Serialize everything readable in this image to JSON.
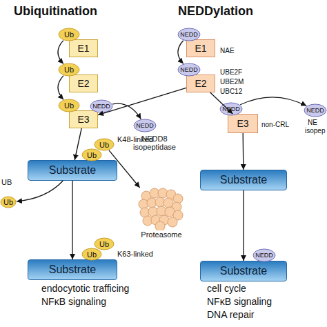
{
  "diagram": {
    "nodes": [
      {
        "text": [
          "E1"
        ]
      },
      {
        "text": [
          "Ub"
        ]
      },
      {
        "text": [
          "E2"
        ]
      },
      {
        "text": [
          "Ub"
        ]
      },
      {
        "text": [
          "E3"
        ]
      },
      {
        "text": [
          "Ub"
        ]
      },
      {
        "text": [
          "NEDD"
        ]
      },
      {
        "text": [
          "E1",
          "NAE"
        ]
      },
      {
        "text": [
          "NEDD"
        ]
      },
      {
        "text": [
          "E2",
          "UBE2F",
          "UBE2M",
          "UBC12"
        ]
      },
      {
        "text": [
          "NEDD"
        ]
      },
      {
        "text": [
          "E3",
          "non-CRL"
        ]
      },
      {
        "text": [
          "NEDD"
        ]
      },
      {
        "text": [
          "NEDD"
        ]
      },
      {
        "text": [
          "NEDD"
        ]
      },
      {
        "text": [
          "Substrate"
        ]
      },
      {
        "text": [
          "Ub"
        ]
      },
      {
        "text": [
          "Ub"
        ]
      },
      {
        "text": [
          "Ub"
        ]
      },
      {
        "text": [
          "Proteasome"
        ]
      },
      {
        "text": [
          "Substrate"
        ]
      },
      {
        "text": [
          "Substrate"
        ]
      },
      {
        "text": [
          "Ub"
        ]
      },
      {
        "text": [
          "Ub"
        ]
      },
      {
        "text": [
          "Substrate"
        ]
      },
      {
        "text": [
          "NEDD"
        ]
      }
    ],
    "edges": [
      {
        "from": 1,
        "to": 3,
        "arrow": "to"
      },
      {
        "from": 3,
        "to": 5,
        "arrow": "to"
      },
      {
        "from": 8,
        "to": 10,
        "arrow": "to"
      },
      {
        "from": 9,
        "to": 4,
        "arrow": "to"
      },
      {
        "from": 9,
        "to": 11,
        "arrow": "to"
      },
      {
        "from": 4,
        "to": 15,
        "arrow": "to"
      },
      {
        "from": 11,
        "to": 20,
        "arrow": "to"
      },
      {
        "from": 6,
        "to": 13,
        "arrow": "to"
      },
      {
        "from": 12,
        "to": 14,
        "arrow": "to"
      },
      {
        "from": 15,
        "to": 21,
        "arrow": "to"
      },
      {
        "from": 20,
        "to": 24,
        "arrow": "to"
      },
      {
        "from": 17,
        "to": 19,
        "arrow": "to"
      },
      {
        "from": 15,
        "to": 18,
        "arrow": "to"
      }
    ],
    "labels": [
      "Ubiquitination",
      "NEDDylation",
      "NEDD8 isopeptidase",
      "NE",
      "isopep",
      "K48-linked",
      "UB",
      "K63-linked",
      "endocytotic trafficing",
      "NFκB signaling",
      "cell cycle",
      "NFκB signaling",
      "DNA repair"
    ]
  }
}
